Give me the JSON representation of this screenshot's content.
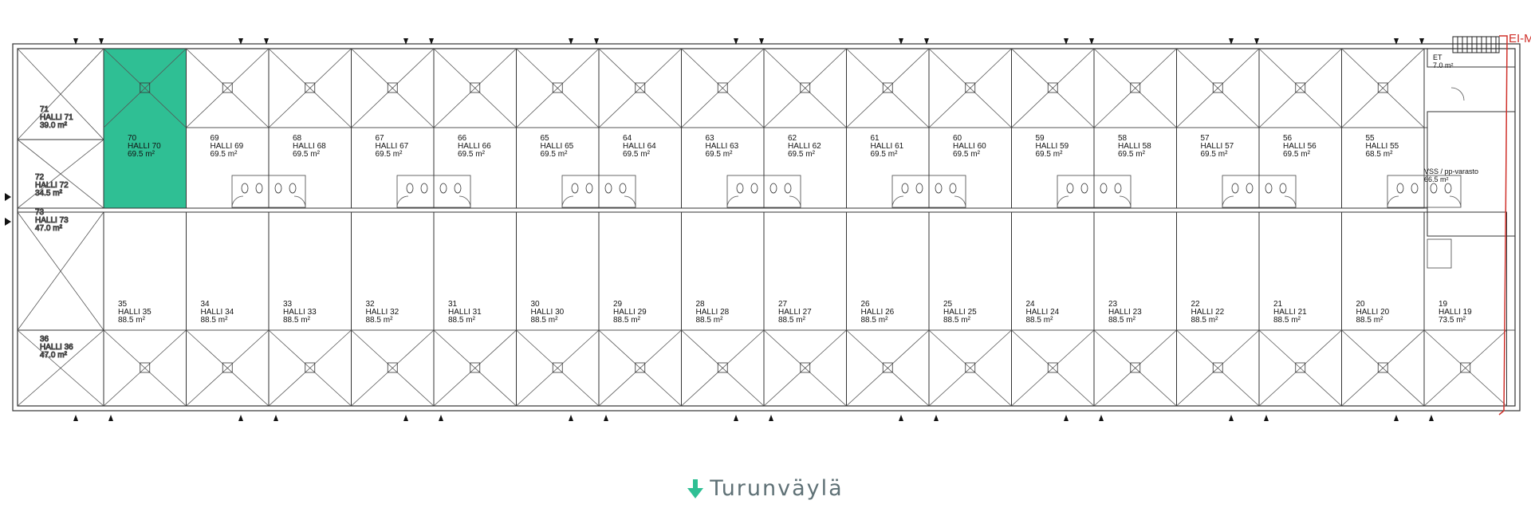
{
  "plan": {
    "edge_label": "EI-M",
    "highlight_color": "#2fbf94",
    "wall_color": "#333333",
    "north_row": [
      {
        "num": "70",
        "name": "HALLI 70",
        "area": "69.5 m²",
        "highlight": true
      },
      {
        "num": "69",
        "name": "HALLI 69",
        "area": "69.5 m²"
      },
      {
        "num": "68",
        "name": "HALLI 68",
        "area": "69.5 m²"
      },
      {
        "num": "67",
        "name": "HALLI 67",
        "area": "69.5 m²"
      },
      {
        "num": "66",
        "name": "HALLI 66",
        "area": "69.5 m²"
      },
      {
        "num": "65",
        "name": "HALLI 65",
        "area": "69.5 m²"
      },
      {
        "num": "64",
        "name": "HALLI 64",
        "area": "69.5 m²"
      },
      {
        "num": "63",
        "name": "HALLI 63",
        "area": "69.5 m²"
      },
      {
        "num": "62",
        "name": "HALLI 62",
        "area": "69.5 m²"
      },
      {
        "num": "61",
        "name": "HALLI 61",
        "area": "69.5 m²"
      },
      {
        "num": "60",
        "name": "HALLI 60",
        "area": "69.5 m²"
      },
      {
        "num": "59",
        "name": "HALLI 59",
        "area": "69.5 m²"
      },
      {
        "num": "58",
        "name": "HALLI 58",
        "area": "69.5 m²"
      },
      {
        "num": "57",
        "name": "HALLI 57",
        "area": "69.5 m²"
      },
      {
        "num": "56",
        "name": "HALLI 56",
        "area": "69.5 m²"
      },
      {
        "num": "55",
        "name": "HALLI 55",
        "area": "68.5 m²"
      }
    ],
    "south_row": [
      {
        "num": "35",
        "name": "HALLI 35",
        "area": "88.5 m²"
      },
      {
        "num": "34",
        "name": "HALLI 34",
        "area": "88.5 m²"
      },
      {
        "num": "33",
        "name": "HALLI 33",
        "area": "88.5 m²"
      },
      {
        "num": "32",
        "name": "HALLI 32",
        "area": "88.5 m²"
      },
      {
        "num": "31",
        "name": "HALLI 31",
        "area": "88.5 m²"
      },
      {
        "num": "30",
        "name": "HALLI 30",
        "area": "88.5 m²"
      },
      {
        "num": "29",
        "name": "HALLI 29",
        "area": "88.5 m²"
      },
      {
        "num": "28",
        "name": "HALLI 28",
        "area": "88.5 m²"
      },
      {
        "num": "27",
        "name": "HALLI 27",
        "area": "88.5 m²"
      },
      {
        "num": "26",
        "name": "HALLI 26",
        "area": "88.5 m²"
      },
      {
        "num": "25",
        "name": "HALLI 25",
        "area": "88.5 m²"
      },
      {
        "num": "24",
        "name": "HALLI 24",
        "area": "88.5 m²"
      },
      {
        "num": "23",
        "name": "HALLI 23",
        "area": "88.5 m²"
      },
      {
        "num": "22",
        "name": "HALLI 22",
        "area": "88.5 m²"
      },
      {
        "num": "21",
        "name": "HALLI 21",
        "area": "88.5 m²"
      },
      {
        "num": "20",
        "name": "HALLI 20",
        "area": "88.5 m²"
      },
      {
        "num": "19",
        "name": "HALLI 19",
        "area": "73.5 m²"
      }
    ],
    "west_units": [
      {
        "num": "71",
        "name": "HALLI 71",
        "area": "39.0 m²"
      },
      {
        "num": "72",
        "name": "HALLI 72",
        "area": "34.5 m²"
      },
      {
        "num": "73",
        "name": "HALLI 73",
        "area": "47.0 m²"
      },
      {
        "num": "36",
        "name": "HALLI 36",
        "area": "47.0 m²"
      }
    ],
    "east_units": {
      "et": {
        "num": "ET",
        "area": "7.0 m²"
      },
      "vss": {
        "name": "VSS / pp-varasto",
        "area": "66.5 m²"
      }
    }
  },
  "footer": {
    "label": "Turunväylä",
    "accent_color": "#2fbf94"
  }
}
